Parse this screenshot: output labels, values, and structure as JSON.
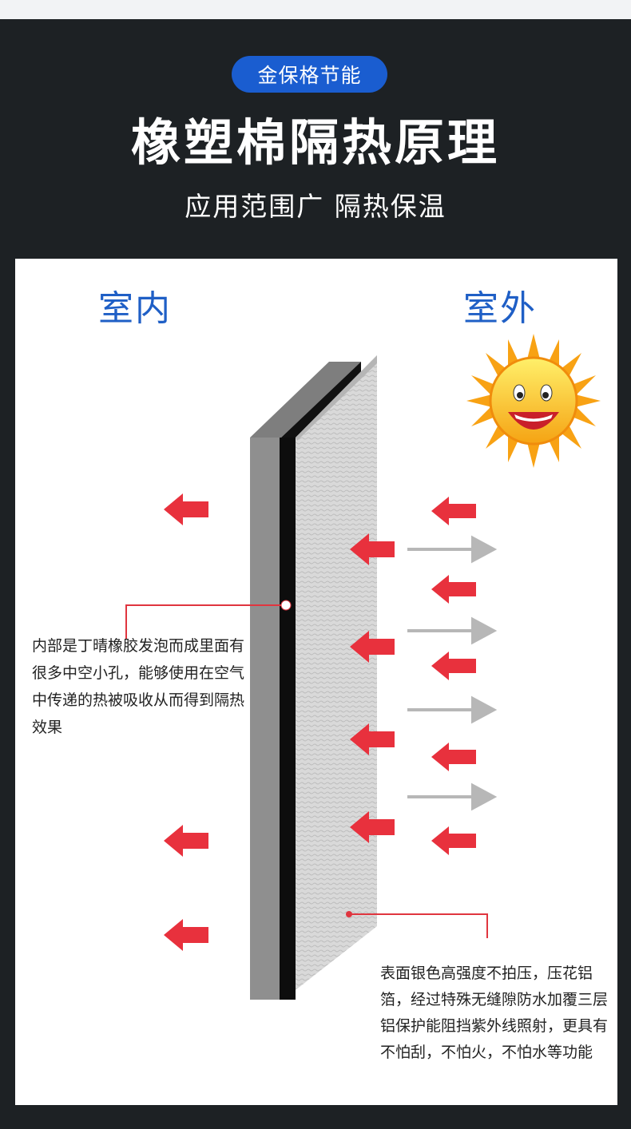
{
  "brand_badge": "金保格节能",
  "title": "橡塑棉隔热原理",
  "subtitle": "应用范围广 隔热保温",
  "labels": {
    "indoor": "室内",
    "outdoor": "室外"
  },
  "inner_description": "内部是丁晴橡胶发泡而成里面有很多中空小孔，能够使用在空气中传递的热被吸收从而得到隔热效果",
  "surface_description": "表面银色高强度不拍压，压花铝箔，经过特殊无缝隙防水加覆三层铝保护能阻挡紫外线照射，更具有不怕刮，不怕火，不怕水等功能",
  "icons": [
    "sun-icon",
    "heat-arrow-icon",
    "reflected-ray-icon"
  ],
  "colors": {
    "accent_blue": "#1a5dd0",
    "label_blue": "#1f5fc6",
    "arrow_red": "#e8313d",
    "background_dark": "#1d2124"
  }
}
